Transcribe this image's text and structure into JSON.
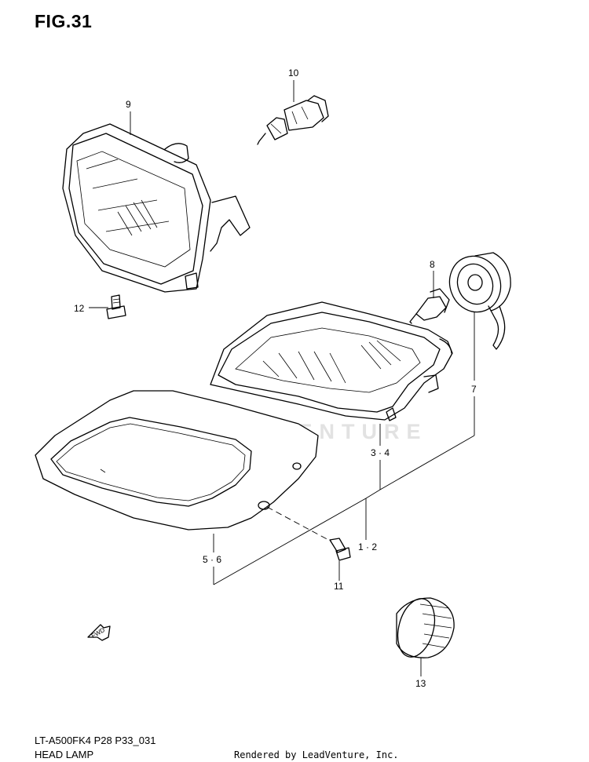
{
  "figure": {
    "title": "FIG.31"
  },
  "callouts": {
    "c9": "9",
    "c10": "10",
    "c12": "12",
    "c8": "8",
    "c7": "7",
    "c34": "3 · 4",
    "c12b": "1 · 2",
    "c56": "5 · 6",
    "c11": "11",
    "c13": "13"
  },
  "watermark": "LEADVENTURE",
  "fwd_marker": "FWD",
  "footer": {
    "model": "LT-A500FK4 P28 P33_031",
    "name": "HEAD LAMP",
    "rendered_by": "Rendered by LeadVenture, Inc."
  }
}
